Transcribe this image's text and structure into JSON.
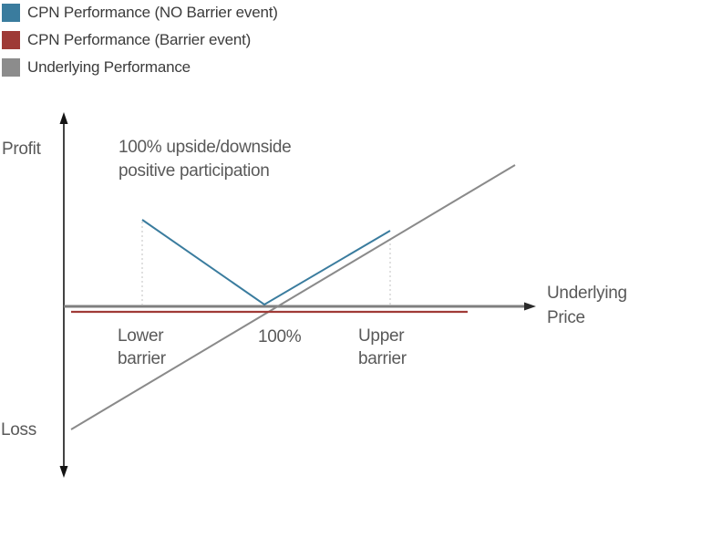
{
  "legend": {
    "items": [
      {
        "name": "cpn-no-barrier",
        "label": "CPN Performance (NO Barrier event)",
        "color": "#3A7C9E"
      },
      {
        "name": "cpn-barrier",
        "label": "CPN Performance (Barrier event)",
        "color": "#9E3A36"
      },
      {
        "name": "underlying",
        "label": "Underlying Performance",
        "color": "#8C8C8C"
      }
    ]
  },
  "axis": {
    "y_label_top": "Profit",
    "y_label_bottom": "Loss",
    "x_label": [
      "Underlying",
      "Price"
    ]
  },
  "annotation": [
    "100% upside/downside",
    "positive participation"
  ],
  "x_markers": {
    "lower": [
      "Lower",
      "barrier"
    ],
    "center": "100%",
    "upper": [
      "Upper",
      "barrier"
    ]
  },
  "colors": {
    "cpn_no_barrier_line": "#3A7C9E",
    "cpn_barrier_line": "#A03B37",
    "underlying_line": "#8A8A8A",
    "x_axis": "#7F7F7F",
    "y_axis": "#141414",
    "dotted_guides": "#C2C2C2",
    "chart_text": "#595959",
    "legend_text": "#3C3C3C"
  },
  "chart_data": {
    "type": "line",
    "title": "",
    "xlabel": "Underlying Price",
    "ylabel": "Profit / Loss",
    "x_axis_markers": [
      "Lower barrier",
      "100%",
      "Upper barrier"
    ],
    "annotation": "100% upside/downside positive participation",
    "legend_position": "top-left",
    "grid": false,
    "series": [
      {
        "name": "CPN Performance (NO Barrier event)",
        "color": "#3A7C9E",
        "shape": "V-shaped between barriers: profit equals absolute move of underlying (100% participation up and down), zero at 100%",
        "x": [
          "Lower barrier",
          "100%",
          "Upper barrier"
        ],
        "y_profit": [
          0.29,
          0.0,
          0.25
        ]
      },
      {
        "name": "CPN Performance (Barrier event)",
        "color": "#A03B37",
        "shape": "flat line slightly below zero across the whole range",
        "x": [
          "left edge",
          "beyond Upper barrier"
        ],
        "y_profit": [
          -0.02,
          -0.02
        ]
      },
      {
        "name": "Underlying Performance",
        "color": "#8A8A8A",
        "shape": "straight 1:1 line crossing zero at 100%",
        "x": [
          "far left",
          "far right"
        ],
        "y_profit": [
          -0.42,
          0.48
        ]
      }
    ]
  },
  "geometry": {
    "lines": [
      {
        "name": "y-axis-line",
        "color": "#141414",
        "width": 1.6,
        "points": [
          [
            70,
            131
          ],
          [
            70,
            517
          ]
        ]
      },
      {
        "name": "x-axis-line",
        "color": "#7F7F7F",
        "width": 3,
        "points": [
          [
            70,
            336
          ],
          [
            577,
            336
          ]
        ]
      },
      {
        "name": "lower-barrier-dotted-line",
        "color": "#C2C2C2",
        "width": 1,
        "dash": "2,3",
        "points": [
          [
            156,
            243
          ],
          [
            156,
            334
          ]
        ]
      },
      {
        "name": "upper-barrier-dotted-line",
        "color": "#C2C2C2",
        "width": 1,
        "dash": "2,3",
        "points": [
          [
            428,
            262
          ],
          [
            428,
            334
          ]
        ]
      },
      {
        "name": "underlying-performance-line",
        "color": "#8A8A8A",
        "width": 2,
        "points": [
          [
            78,
            471
          ],
          [
            565,
            181
          ]
        ]
      },
      {
        "name": "cpn-barrier-line",
        "color": "#A03B37",
        "width": 2.2,
        "points": [
          [
            78,
            342
          ],
          [
            513,
            342
          ]
        ]
      },
      {
        "name": "cpn-no-barrier-line",
        "color": "#3A7C9E",
        "width": 2,
        "points": [
          [
            156,
            241
          ],
          [
            290,
            334
          ],
          [
            428,
            253
          ]
        ]
      }
    ],
    "arrows": [
      {
        "name": "y-axis-arrow-up",
        "color": "#141414",
        "points": [
          [
            70,
            123
          ],
          [
            65.5,
            136
          ],
          [
            74.5,
            136
          ]
        ]
      },
      {
        "name": "y-axis-arrow-down",
        "color": "#141414",
        "points": [
          [
            70,
            524
          ],
          [
            65.5,
            511
          ],
          [
            74.5,
            511
          ]
        ]
      },
      {
        "name": "x-axis-arrow-right",
        "color": "#2B2B2B",
        "points": [
          [
            588,
            336
          ],
          [
            575,
            331.5
          ],
          [
            575,
            340.5
          ]
        ]
      }
    ]
  }
}
